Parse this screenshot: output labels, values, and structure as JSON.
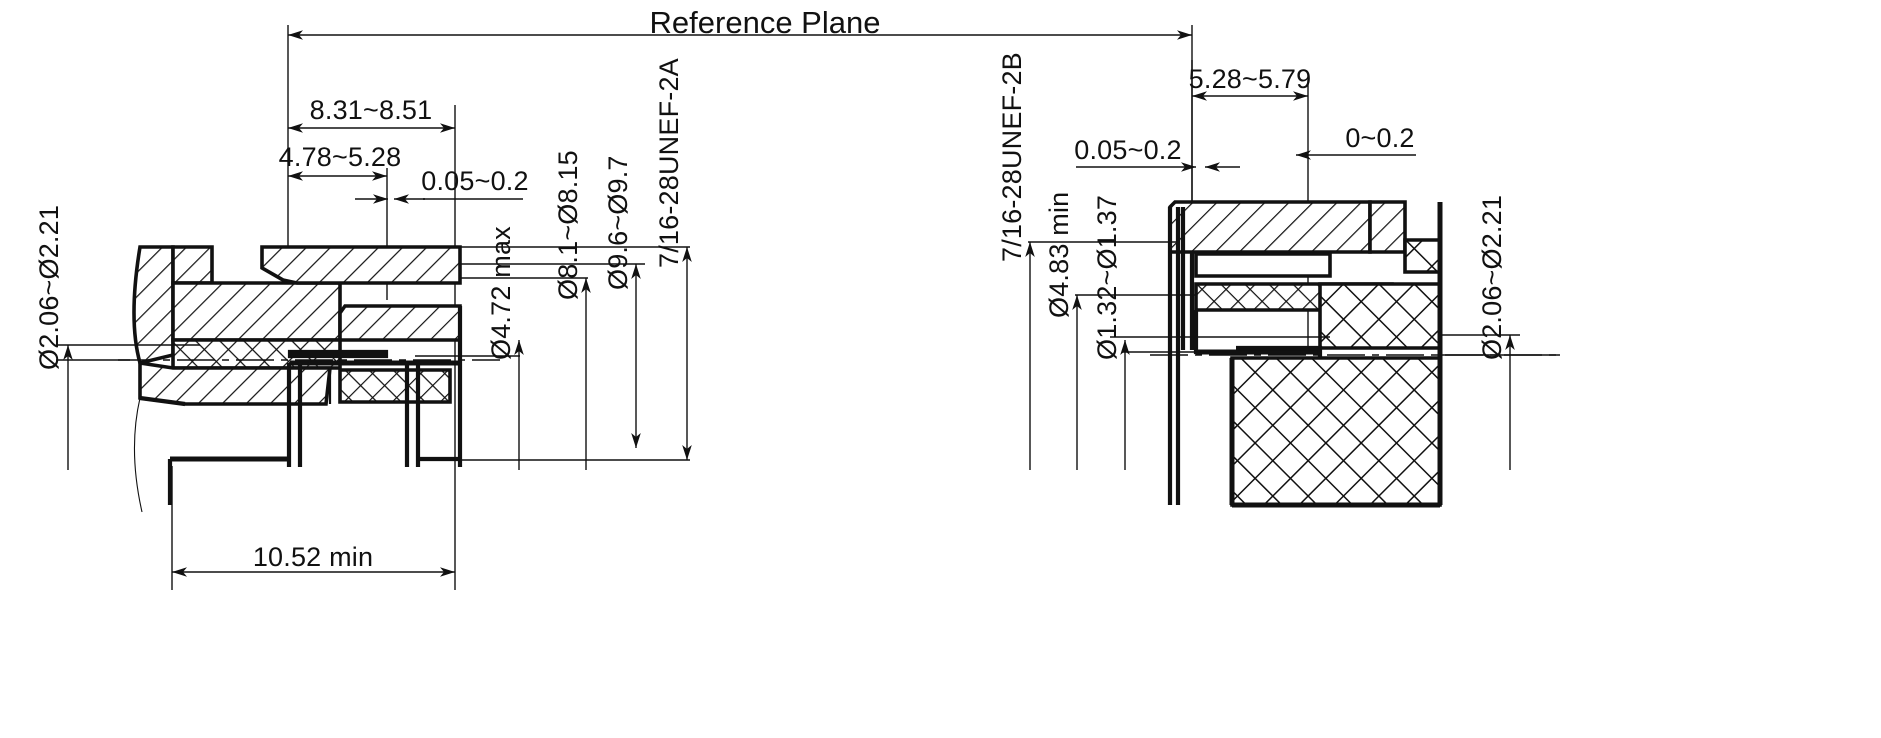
{
  "drawing": {
    "title": "Reference Plane",
    "title_position": "top-center",
    "background_color": "#ffffff",
    "line_color": "#111111",
    "views": [
      {
        "id": "plug-view",
        "name": "left-view",
        "description": "Male plug connector cross-section",
        "dimensions": {
          "top_span": "Reference Plane",
          "horizontal": [
            {
              "name": "dim-8-31-8-51",
              "label": "8.31~8.51",
              "orientation": "horizontal"
            },
            {
              "name": "dim-4-78-5-28",
              "label": "4.78~5.28",
              "orientation": "horizontal"
            },
            {
              "name": "dim-0-05-0-2",
              "label": "0.05~0.2",
              "orientation": "horizontal"
            },
            {
              "name": "dim-10-52-min",
              "label": "10.52 min",
              "orientation": "horizontal"
            }
          ],
          "vertical": [
            {
              "name": "dim-dia-2-06-2-21-left",
              "label": "Ø2.06~Ø2.21",
              "orientation": "vertical"
            },
            {
              "name": "dim-dia-4-72-max",
              "label": "Ø4.72 max",
              "orientation": "vertical"
            },
            {
              "name": "dim-dia-8-1-8-15",
              "label": "Ø8.1~Ø8.15",
              "orientation": "vertical"
            },
            {
              "name": "dim-dia-9-6-9-7",
              "label": "Ø9.6~Ø9.7",
              "orientation": "vertical"
            },
            {
              "name": "dim-thread-2a",
              "label": "7/16-28UNEF-2A",
              "orientation": "vertical"
            }
          ]
        }
      },
      {
        "id": "jack-view",
        "name": "right-view",
        "description": "Female jack connector cross-section",
        "dimensions": {
          "horizontal": [
            {
              "name": "dim-5-28-5-79",
              "label": "5.28~5.79",
              "orientation": "horizontal"
            },
            {
              "name": "dim-0-05-0-2-right",
              "label": "0.05~0.2",
              "orientation": "horizontal"
            },
            {
              "name": "dim-0-0-2",
              "label": "0~0.2",
              "orientation": "horizontal"
            }
          ],
          "vertical": [
            {
              "name": "dim-thread-2b",
              "label": "7/16-28UNEF-2B",
              "orientation": "vertical"
            },
            {
              "name": "dim-dia-4-83-min",
              "label": "Ø4.83 min",
              "orientation": "vertical"
            },
            {
              "name": "dim-dia-1-32-1-37",
              "label": "Ø1.32~Ø1.37",
              "orientation": "vertical"
            },
            {
              "name": "dim-dia-2-06-2-21-right",
              "label": "Ø2.06~Ø2.21",
              "orientation": "vertical"
            }
          ]
        }
      }
    ],
    "all_labels": {
      "reference_plane": "Reference Plane",
      "l_8_31_8_51": "8.31~8.51",
      "l_4_78_5_28": "4.78~5.28",
      "l_0_05_0_2": "0.05~0.2",
      "l_10_52_min": "10.52 min",
      "l_dia_2_06_2_21_left": "Ø2.06~Ø2.21",
      "l_dia_4_72_max": "Ø4.72 max",
      "l_dia_8_1_8_15": "Ø8.1~Ø8.15",
      "l_dia_9_6_9_7": "Ø9.6~Ø9.7",
      "l_thread_2a": "7/16-28UNEF-2A",
      "l_5_28_5_79": "5.28~5.79",
      "l_0_05_0_2_right": "0.05~0.2",
      "l_0_0_2": "0~0.2",
      "l_thread_2b": "7/16-28UNEF-2B",
      "l_dia_4_83_min": "Ø4.83 min",
      "l_dia_1_32_1_37": "Ø1.32~Ø1.37",
      "l_dia_2_06_2_21_right": "Ø2.06~Ø2.21"
    }
  }
}
